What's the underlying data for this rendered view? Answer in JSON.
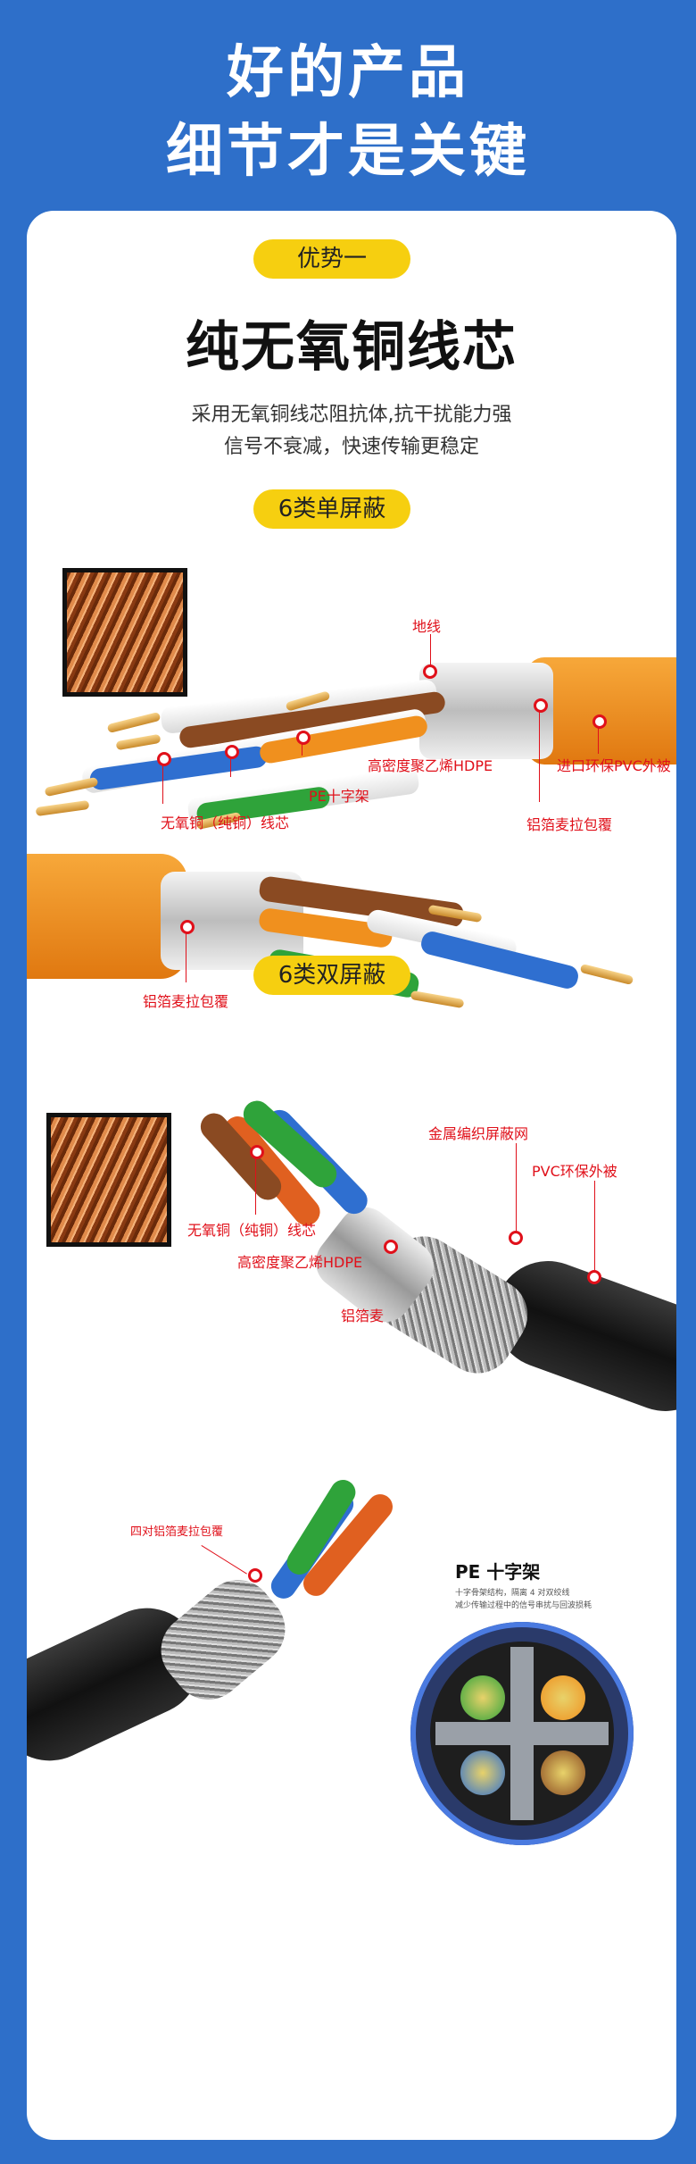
{
  "hero": {
    "line1": "好的产品",
    "line2": "细节才是关键"
  },
  "section1": {
    "badge": "优势一",
    "title": "纯无氧铜线芯",
    "sub1": "采用无氧铜线芯阻抗体,抗干扰能力强",
    "sub2": "信号不衰减，快速传输更稳定"
  },
  "utp": {
    "badge": "6类单屏蔽",
    "labels": {
      "ground": "地线",
      "hdpe": "高密度聚乙烯HDPE",
      "jacket": "进口环保PVC外被",
      "pe": "PE十字架",
      "copper": "无氧铜（纯铜）线芯",
      "foil": "铝箔麦拉包覆",
      "foil2": "铝箔麦拉包覆"
    }
  },
  "stp": {
    "badge": "6类双屏蔽",
    "labels": {
      "braid": "金属编织屏蔽网",
      "jacket": "PVC环保外被",
      "copper": "无氧铜（纯铜）线芯",
      "hdpe": "高密度聚乙烯HDPE",
      "foil": "铝箔麦",
      "pairs": "四对铝箔麦拉包覆",
      "pe_title": "PE 十字架",
      "pe_desc1": "十字骨架结构，隔离 4 对双绞线",
      "pe_desc2": "减少传输过程中的信号串扰与回波损耗"
    }
  },
  "colors": {
    "bg": "#2e6fc9",
    "badge": "#f6cf10",
    "accent": "#e0101a",
    "orange": "#f0901e"
  }
}
